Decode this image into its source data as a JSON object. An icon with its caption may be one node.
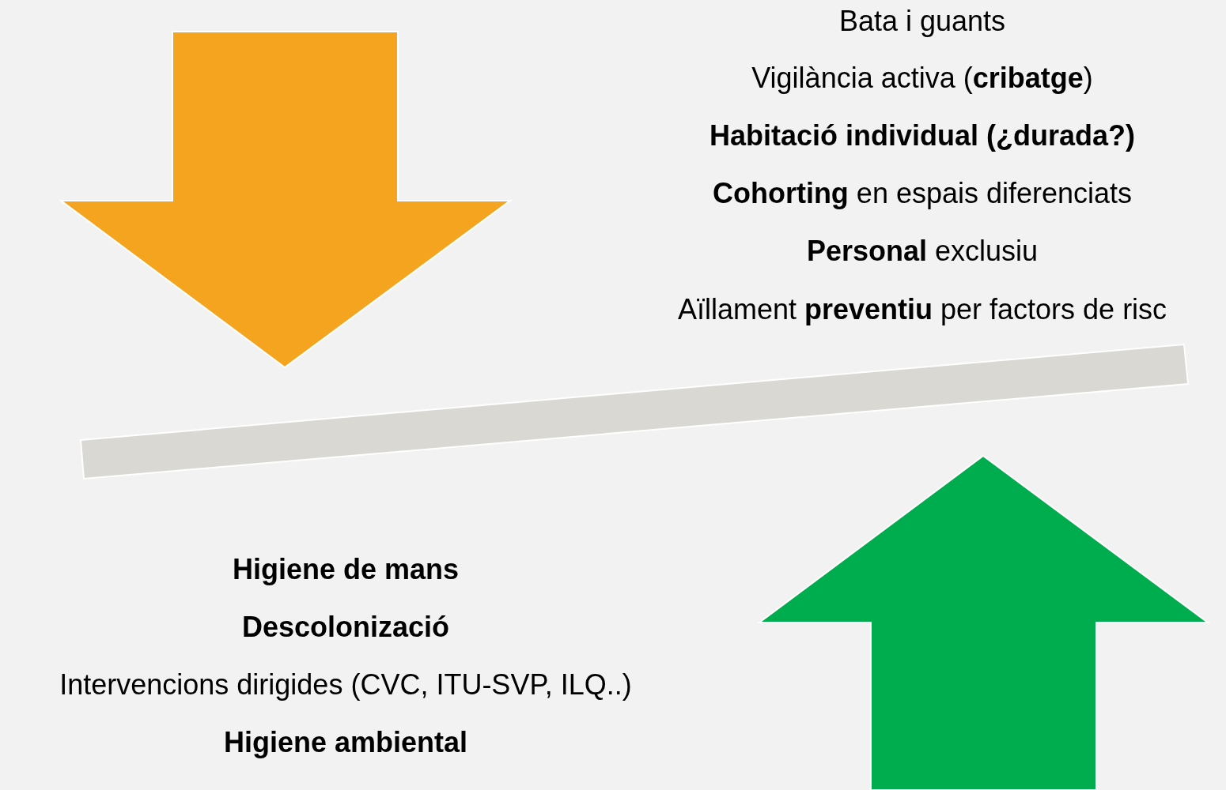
{
  "diagram": {
    "labels": [
      "Bata i guants",
      "Vigilància activa (**cribatge**)",
      "Habitació individual (¿durada?)",
      "**Cohorting** en espais diferenciats",
      "**Personal** exclusiu",
      "Aïllament **preventiu** per factors de risc",
      "Higiene de mans",
      "Descolonizació",
      "Intervencions dirigides (CVC, ITU-SVP, ILQ..)",
      "Higiene ambiental"
    ]
  }
}
